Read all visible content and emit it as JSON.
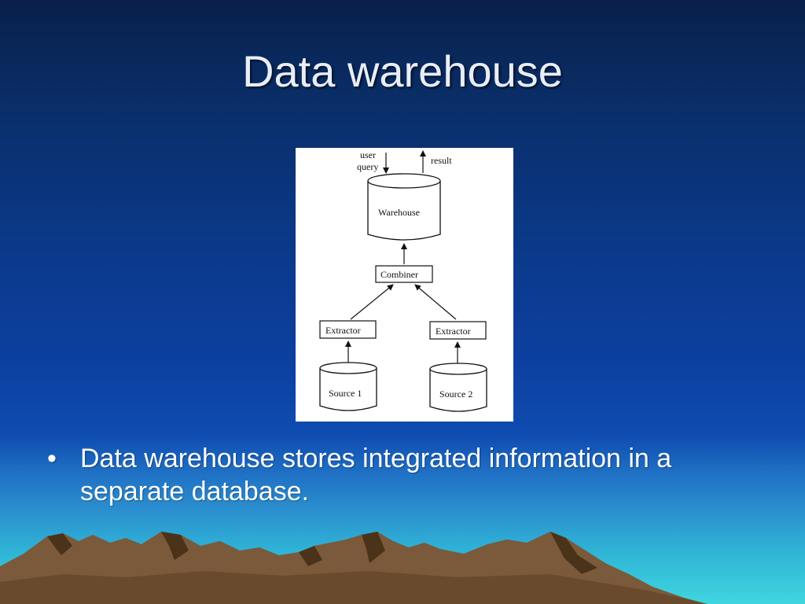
{
  "slide": {
    "title": "Data warehouse",
    "bullets": [
      "Data warehouse stores integrated information in a separate database."
    ],
    "bullet_symbol": "•"
  },
  "diagram": {
    "labels": {
      "user_query_line1": "user",
      "user_query_line2": "query",
      "result": "result",
      "warehouse": "Warehouse",
      "combiner": "Combiner",
      "extractor_1": "Extractor",
      "extractor_2": "Extractor",
      "source_1": "Source 1",
      "source_2": "Source 2"
    }
  },
  "colors": {
    "title": "#e8eef9",
    "bullet_text": "#ffffff",
    "mountain": "#7a5a3a",
    "mountain_shadow": "#4a3318"
  }
}
